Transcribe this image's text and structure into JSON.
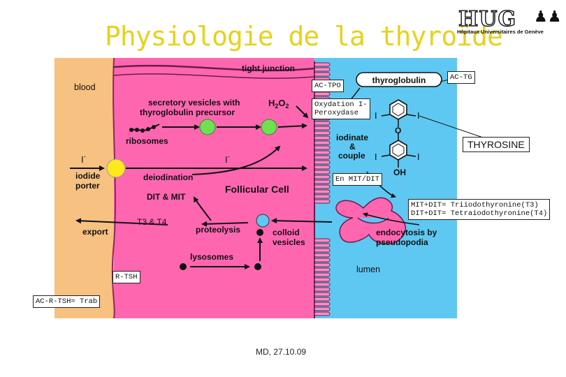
{
  "title": "Physiologie de la thyroïde",
  "logo": {
    "name": "HUG",
    "subtitle": "Hôpitaux Universitaires de Genève"
  },
  "diagram": {
    "blood": "blood",
    "tight_junction": "tight junction",
    "thyroglobulin": "thyroglobulin",
    "secretory_vesicles": [
      "secretory vesicles with",
      "thyroglobulin precursor"
    ],
    "h2o2": [
      "H",
      "2",
      "O",
      "2"
    ],
    "ribosomes": "ribosomes",
    "iodide_ion": "I",
    "iodide_ion_charge": "-",
    "iodide_porter": [
      "iodide",
      "porter"
    ],
    "deiodination": "deiodination",
    "dit_mit": "DIT & MIT",
    "follicular_cell": "Follicular Cell",
    "iodinate_couple": [
      "iodinate",
      "&",
      "couple"
    ],
    "t3_t4": "T3 & T4",
    "export": "export",
    "proteolysis": "proteolysis",
    "colloid_vesicles": [
      "colloid",
      "vesicles"
    ],
    "endocytosis": [
      "endocytosis by",
      "pseudopodia"
    ],
    "lysosomes": "lysosomes",
    "lumen": "lumen",
    "tyrosine_labels": {
      "iodine_1": "I",
      "iodine_2": "I",
      "iodine_3": "I",
      "iodine_4": "I",
      "oxygen": "O",
      "hydroxyl": "OH"
    }
  },
  "annotations": {
    "ac_tpo": "AC-TPO",
    "ac_tg": "AC-TG",
    "oxydation": [
      "Oxydation I-",
      "Peroxydase"
    ],
    "thyrosine": "THYROSINE",
    "en_mit_dit": "En MIT/DIT",
    "mit_dit": [
      "MIT+DIT= Triiodothyronine(T3)",
      "DIT+DIT= Tetraiodothyronine(T4)"
    ],
    "r_tsh": "R-TSH",
    "ac_r_tsh": "AC-R-TSH= Trab"
  },
  "footer": "MD, 27.10.09",
  "colors": {
    "blood": "#f7c181",
    "cell": "#ff66b0",
    "lumen": "#5ec8f2",
    "title": "#e6d21c",
    "vesicle_green": "#6ee052",
    "porter_yellow": "#ffe81c",
    "membrane": "#6a1c4a"
  }
}
